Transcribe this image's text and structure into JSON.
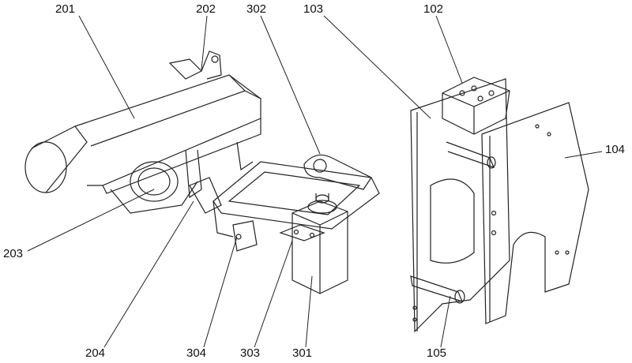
{
  "figure": {
    "labels": {
      "l201": "201",
      "l202": "202",
      "l302": "302",
      "l103": "103",
      "l102": "102",
      "l104": "104",
      "l203": "203",
      "l204": "204",
      "l304": "304",
      "l303": "303",
      "l301": "301",
      "l105": "105"
    },
    "line_color": "#222222"
  }
}
